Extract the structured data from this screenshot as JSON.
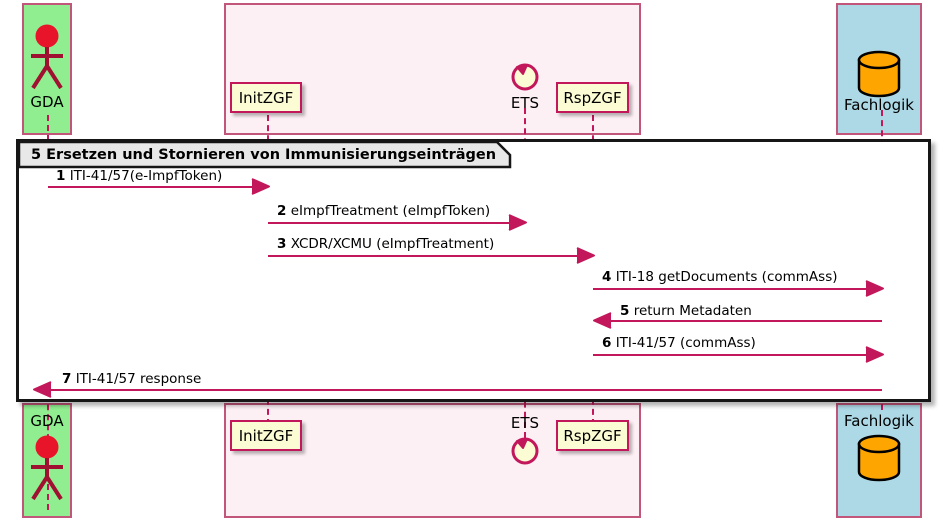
{
  "diagram": {
    "type": "uml-sequence-diagram",
    "frame": {
      "label": "5 Ersetzen und Stornieren von Immunisierungseinträgen"
    },
    "colors": {
      "actor_group": "#90EE90",
      "system_group": "#FDF0F5",
      "backend_group": "#ADD8E6",
      "lifeline": "#C2185B",
      "message": "#C2185B",
      "participant_fill": "#FBFBD4",
      "participant_border": "#C2185B",
      "database_fill": "#FFA500",
      "actor_head": "#E8152A",
      "frame_border": "#161616",
      "frame_tab": "#E8E8E8"
    },
    "participants": [
      {
        "name": "GDA",
        "icon": "actor-icon",
        "group": "actor_group"
      },
      {
        "name": "InitZGF",
        "icon": "box-icon",
        "group": "system_group"
      },
      {
        "name": "ETS",
        "icon": "control-icon",
        "group": "system_group"
      },
      {
        "name": "RspZGF",
        "icon": "box-icon",
        "group": "system_group"
      },
      {
        "name": "Fachlogik",
        "icon": "database-icon",
        "group": "backend_group"
      }
    ],
    "messages": [
      {
        "num": "1",
        "text": "ITI-41/57(e-ImpfToken)",
        "from": "GDA",
        "to": "InitZGF",
        "direction": "right"
      },
      {
        "num": "2",
        "text": "eImpfTreatment (eImpfToken)",
        "from": "InitZGF",
        "to": "ETS",
        "direction": "right"
      },
      {
        "num": "3",
        "text": "XCDR/XCMU (eImpfTreatment)",
        "from": "InitZGF",
        "to": "RspZGF",
        "direction": "right"
      },
      {
        "num": "4",
        "text": "ITI-18 getDocuments (commAss)",
        "from": "RspZGF",
        "to": "Fachlogik",
        "direction": "right"
      },
      {
        "num": "5",
        "text": "return Metadaten",
        "from": "Fachlogik",
        "to": "RspZGF",
        "direction": "left"
      },
      {
        "num": "6",
        "text": "ITI-41/57 (commAss)",
        "from": "RspZGF",
        "to": "Fachlogik",
        "direction": "right"
      },
      {
        "num": "7",
        "text": "ITI-41/57 response",
        "from": "Fachlogik",
        "to": "GDA",
        "direction": "left"
      }
    ]
  }
}
